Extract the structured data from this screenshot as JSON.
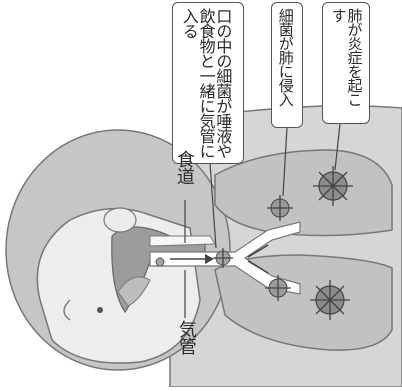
{
  "labels": {
    "esophagus": "食道",
    "trachea": "気管"
  },
  "callouts": {
    "mouth_bacteria": "口の中の細菌が唾液や飲食物と一緒に気管に入る",
    "bacteria_invade_lung": "細菌が肺に侵入",
    "pneumonia": "肺が炎症を起こす"
  },
  "colors": {
    "head": "#c9c9c9",
    "face": "#ececec",
    "body": "#d3d3d3",
    "airway": "#ffffff",
    "outline": "#666666",
    "germ": "#9a9a9a"
  }
}
